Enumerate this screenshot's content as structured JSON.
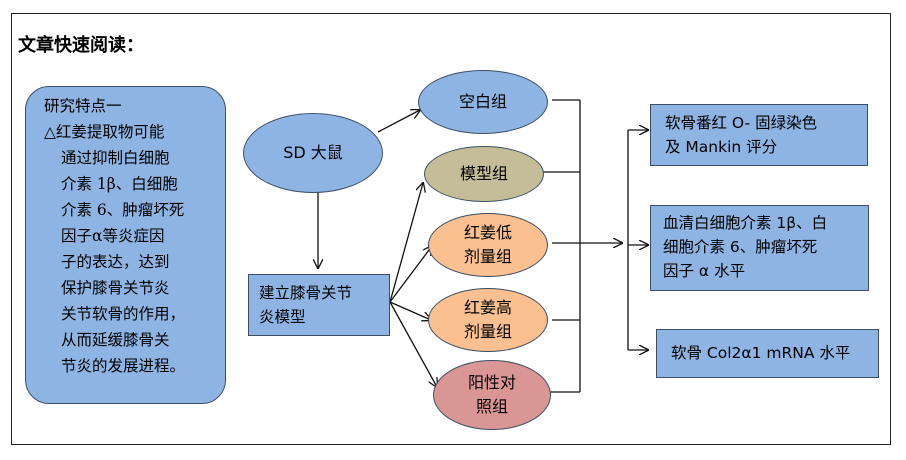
{
  "heading": "文章快速阅读：",
  "features": {
    "title": "研究特点一",
    "lines": [
      "△红姜提取物可能",
      "通过抑制白细胞",
      "介素 1β、白细胞",
      "介素 6、肿瘤坏死",
      "因子α等炎症因",
      "子的表达，达到",
      "保护膝骨关节炎",
      "关节软骨的作用，",
      "从而延缓膝骨关",
      "节炎的发展进程。"
    ]
  },
  "nodes": {
    "sd_rat": "SD 大鼠",
    "model_build_line1": "建立膝骨关节",
    "model_build_line2": "炎模型",
    "blank_group": "空白组",
    "model_group": "模型组",
    "low_line1": "红姜低",
    "low_line2": "剂量组",
    "high_line1": "红姜高",
    "high_line2": "剂量组",
    "positive_line1": "阳性对",
    "positive_line2": "照组"
  },
  "outcomes": {
    "safranin_line1": "软骨番红 O- 固绿染色",
    "safranin_line2": "及 Mankin 评分",
    "serum_line1": "血清白细胞介素 1β、白",
    "serum_line2": "细胞介素 6、肿瘤坏死",
    "serum_line3": "因子 α 水平",
    "col2": "软骨 Col2α1 mRNA 水平"
  },
  "colors": {
    "blue_fill": "#8eb4e3",
    "olive_fill": "#c4bd97",
    "orange_fill": "#fac090",
    "pink_fill": "#d99694",
    "stroke": "#3d4f66"
  }
}
